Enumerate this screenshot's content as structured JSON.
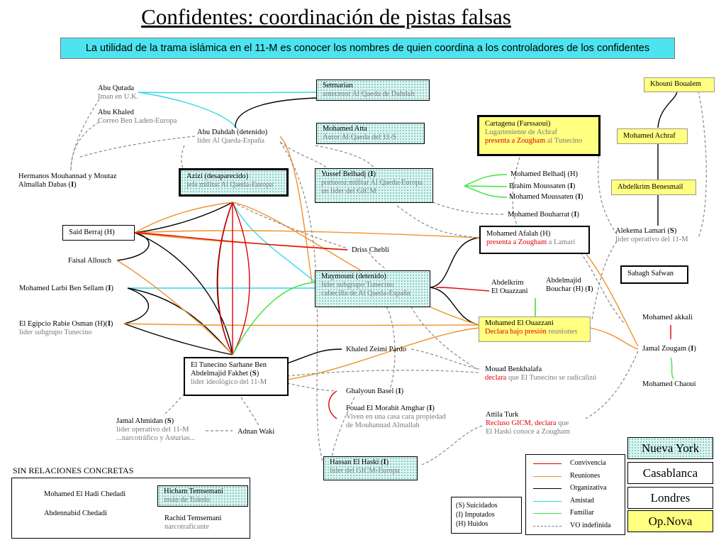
{
  "title": "Confidentes: coordinación de pistas falsas",
  "subtitle": "La utilidad de la trama islámica en el 11-M es conocer los nombres de quien coordina a los controladores de los confidentes",
  "nodes": {
    "abu_qutada": {
      "name": "Abu Qutada",
      "role": "Iman en U.K."
    },
    "abu_khaled": {
      "name": "Abu Khaled",
      "role": "Correo Ben Laden-Europa"
    },
    "abu_dahdah": {
      "name": "Abu Dahdah (detenido)",
      "role": "líder Al Qaeda-España"
    },
    "hermanos": {
      "line1": "Hermanos Mouhannad y Moutaz",
      "line2": "Almallah Dabas (",
      "tag": "I",
      "close": ")"
    },
    "setmarian": {
      "name": "Setmarian",
      "role": "antecesor Al Qaeda de Dahdah"
    },
    "mohamed_atta": {
      "name": "Mohamed Atta",
      "role": "Autor Al Qaeda del 11-S"
    },
    "azizi": {
      "name": "Azizi (desaparecido)",
      "role": "jefe militar Al Qaeda-Europa"
    },
    "yussef": {
      "name": "Yussef Belhadj (",
      "tag": "I",
      "close": ")",
      "role1": "portavoz militar Al Qaeda-Europa",
      "role2": "un líder del GICM"
    },
    "cartagena": {
      "name": "Cartagena (Farssaoui)",
      "role": "Lugarteniente de Achraf",
      "red": "presenta a Zougham",
      "rest": " al Tunecino"
    },
    "khouni": {
      "name": "Khouni Boualem"
    },
    "achraf": {
      "name": "Mohamed Achraf"
    },
    "benesmail": {
      "name": "Abdelkrim Benesmail"
    },
    "belhadj_h": {
      "name": "Mohamed Belhadj (H)"
    },
    "brahim": {
      "name": "Brahim Moussaten (",
      "tag": "I",
      "close": ")"
    },
    "mohamed_moussaten": {
      "name": "Mohamed  Moussaten (",
      "tag": "I",
      "close": ")"
    },
    "bouharrat": {
      "name": "Mohamed Bouharrat (",
      "tag": "I",
      "close": ")"
    },
    "said_berraj": {
      "name": "Said Berraj (H)"
    },
    "faisal": {
      "name": "Faisal Allouch"
    },
    "larbi": {
      "name": "Mohamed Larbi Ben Sellam (",
      "tag": "I",
      "close": ")"
    },
    "egipcio": {
      "name": "El Egipcio Rabie Osman (H)(",
      "tag": "I",
      "close": ")",
      "role": "líder subgrupo Tunecino"
    },
    "driss": {
      "name": "Driss Chebli"
    },
    "afalah": {
      "name": "Mohamed Afalah (H)",
      "red": "presenta a Zougham",
      "rest": " a Lamari"
    },
    "lamari": {
      "name": "Alekema Lamari (",
      "tag": "S",
      "close": ")",
      "role": "líder operativo del 11-M"
    },
    "sabagh": {
      "name": "Sabagh Safwan"
    },
    "maymouni": {
      "name": "Maymouni (detenido)",
      "role1": "líder subgrupo Tunecino",
      "role2": "cabecilla de Al Qaeda-España"
    },
    "ouazzani_a": {
      "line1": "Abdelkrim",
      "line2": "El Ouazzani"
    },
    "bouchar": {
      "line1": "Abdelmajid",
      "line2": "Bouchar (H) (",
      "tag": "I",
      "close": ")"
    },
    "el_ouazzani": {
      "name": "Mohamed El Ouazzani",
      "red": "Declara bajo presión",
      "rest": " reuniones"
    },
    "akkali": {
      "name": "Mohamed akkali"
    },
    "zougam": {
      "name": "Jamal Zougam (",
      "tag": "I",
      "close": ")"
    },
    "chaoui": {
      "name": "Mohamed Chaoui"
    },
    "tunecino": {
      "line1": "El Tunecino Sarhane Ben",
      "line2": "Abdelmajid Fakhet (",
      "tag": "S",
      "close": ")",
      "role": "líder ideológico del 11-M"
    },
    "zeimi": {
      "name": "Khaled Zeimi Pardo"
    },
    "benkhalafa": {
      "name": "Mouad Benkhalafa",
      "red": "declara",
      "rest": " que El Tunecino se radicalizó"
    },
    "ghalyoun": {
      "name": "Ghalyoun Basel (",
      "tag": "I",
      "close": ")"
    },
    "fouad": {
      "name": "Fouad El Morabit Amghar (",
      "tag": "I",
      "close": ")",
      "role1": "Viven en una casa cara propiedad",
      "role2": "de Mouhannad Almallah"
    },
    "attila": {
      "name": "Attila Turk",
      "red": "Recluso GICM, declara",
      "rest": " que",
      "role2": "El Haski conoce a Zougham"
    },
    "ahmidan": {
      "name": "Jamal Ahmidan (",
      "tag": "S",
      "close": ")",
      "role1": "líder operativo del 11-M",
      "role2": "...narcotráfico y Asturias..."
    },
    "adnan": {
      "name": "Adnan Waki"
    },
    "haski": {
      "name": "Hassan El Haski (",
      "tag": "I",
      "close": ")",
      "role": "líder del GICM-Europa"
    }
  },
  "no_relations": {
    "title": "SIN RELACIONES CONCRETAS",
    "chedadi1": "Mohamed El Hadi Chedadi",
    "chedadi2": "Abdennabid Chedadi",
    "temsemani_h": {
      "name": "Hicham Temsemani",
      "role": "imán de Toledo"
    },
    "temsemani_r": {
      "name": "Rachid Temsemani",
      "role": "narcotraficante"
    }
  },
  "abbrev": {
    "s": "(S)  Suicidados",
    "i": "(I)   Imputados",
    "h": "(H) Huidos"
  },
  "legend": {
    "items": [
      {
        "label": "Convivencia",
        "color": "#e00000",
        "dash": false
      },
      {
        "label": "Reuniones",
        "color": "#f0922a",
        "dash": false
      },
      {
        "label": "Organizativa",
        "color": "#000000",
        "dash": false
      },
      {
        "label": "Amistad",
        "color": "#33d8e8",
        "dash": false
      },
      {
        "label": "Familiar",
        "color": "#3ce43c",
        "dash": false
      },
      {
        "label": "VO indefinida",
        "color": "#777777",
        "dash": true
      }
    ]
  },
  "cities": {
    "ny": "Nueva York",
    "casa": "Casablanca",
    "londres": "Londres",
    "opnova": "Op.Nova"
  },
  "colors": {
    "convivencia": "#e00000",
    "reuniones": "#f0922a",
    "organizativa": "#000000",
    "amistad": "#33d8e8",
    "familiar": "#3ce43c",
    "indefinida": "#888888",
    "subtitle_bg": "#4ee4ef",
    "highlight": "#ffff80"
  }
}
